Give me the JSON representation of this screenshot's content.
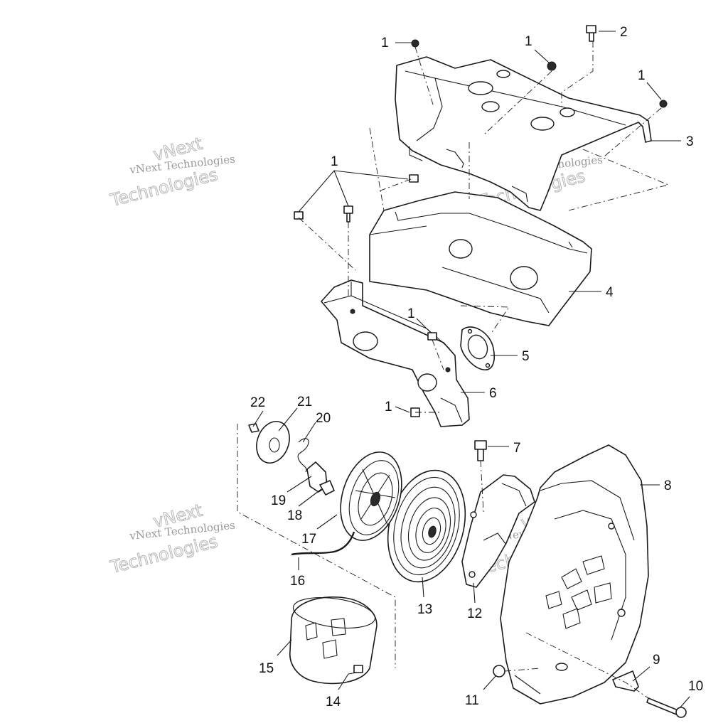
{
  "callouts": [
    {
      "id": "c1a",
      "text": "1"
    },
    {
      "id": "c1b",
      "text": "1"
    },
    {
      "id": "c1c",
      "text": "1"
    },
    {
      "id": "c1d",
      "text": "1"
    },
    {
      "id": "c1e",
      "text": "1"
    },
    {
      "id": "c1f",
      "text": "1"
    },
    {
      "id": "c2",
      "text": "2"
    },
    {
      "id": "c3",
      "text": "3"
    },
    {
      "id": "c4",
      "text": "4"
    },
    {
      "id": "c5",
      "text": "5"
    },
    {
      "id": "c6",
      "text": "6"
    },
    {
      "id": "c7",
      "text": "7"
    },
    {
      "id": "c8",
      "text": "8"
    },
    {
      "id": "c9",
      "text": "9"
    },
    {
      "id": "c10",
      "text": "10"
    },
    {
      "id": "c11",
      "text": "11"
    },
    {
      "id": "c12",
      "text": "12"
    },
    {
      "id": "c13",
      "text": "13"
    },
    {
      "id": "c14",
      "text": "14"
    },
    {
      "id": "c15",
      "text": "15"
    },
    {
      "id": "c16",
      "text": "16"
    },
    {
      "id": "c17",
      "text": "17"
    },
    {
      "id": "c18",
      "text": "18"
    },
    {
      "id": "c19",
      "text": "19"
    },
    {
      "id": "c20",
      "text": "20"
    },
    {
      "id": "c21",
      "text": "21"
    },
    {
      "id": "c22",
      "text": "22"
    }
  ],
  "watermarks": {
    "small": "vNext Technologies",
    "big_line1": "vNext",
    "big_line2": "Technologies"
  }
}
